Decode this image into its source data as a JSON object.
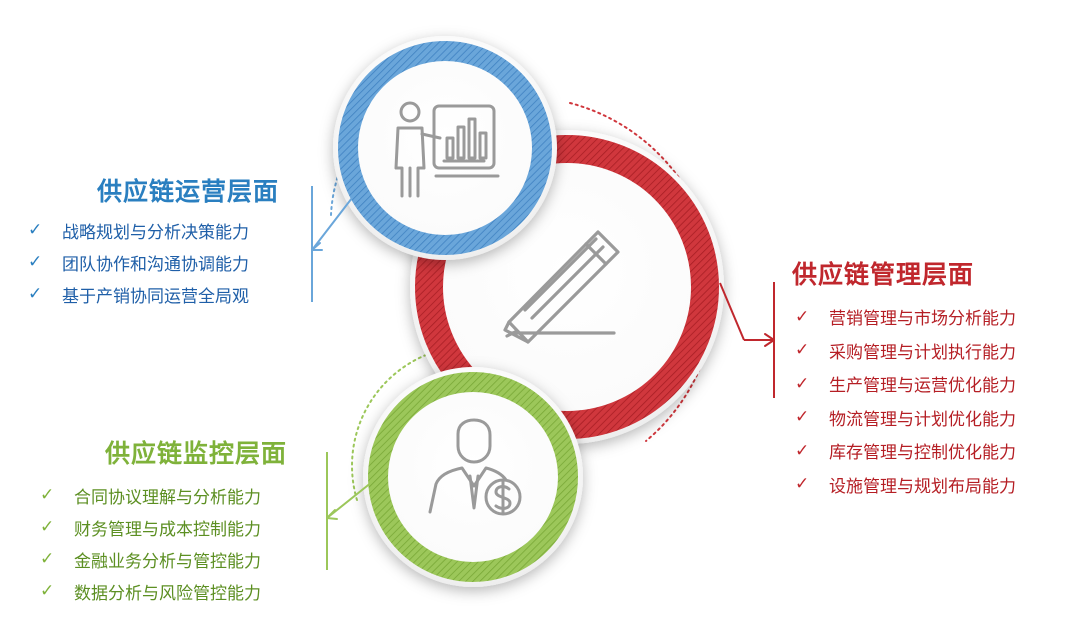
{
  "operations": {
    "title": "供应链运营层面",
    "color": "#2a7fc0",
    "icon": "presentation-chart-icon",
    "items": [
      "战略规划与分析决策能力",
      "团队协作和沟通协调能力",
      "基于产销协同运营全局观"
    ]
  },
  "management": {
    "title": "供应链管理层面",
    "color": "#c0272d",
    "icon": "pencil-icon",
    "items": [
      "营销管理与市场分析能力",
      "采购管理与计划执行能力",
      "生产管理与运营优化能力",
      "物流管理与计划优化能力",
      "库存管理与控制优化能力",
      "设施管理与规划布局能力"
    ]
  },
  "monitoring": {
    "title": "供应链监控层面",
    "color": "#7fb23a",
    "icon": "businessman-dollar-icon",
    "items": [
      "合同协议理解与分析能力",
      "财务管理与成本控制能力",
      "金融业务分析与管控能力",
      "数据分析与风险管控能力"
    ]
  },
  "check_mark": "✓"
}
